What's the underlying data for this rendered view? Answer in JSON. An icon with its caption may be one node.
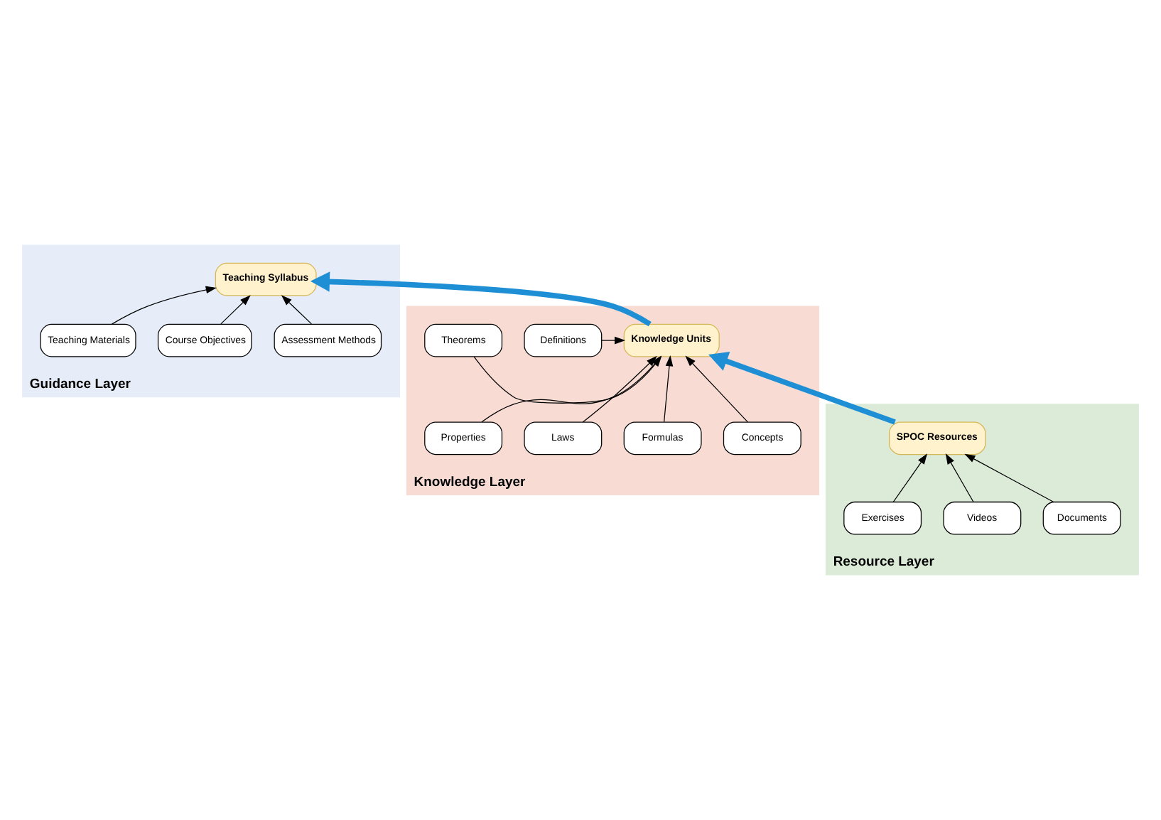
{
  "diagram": {
    "nodes": [
      {
        "text": [
          "Guidance Layer"
        ]
      },
      {
        "text": [
          "Assessment Methods"
        ],
        "in": 0
      },
      {
        "text": [
          "Course Objectives"
        ],
        "in": 0
      },
      {
        "text": [
          "Teaching Materials"
        ],
        "in": 0
      },
      {
        "text": [
          "Teaching Syllabus"
        ],
        "in": 0
      },
      {
        "text": [
          "Knowledge Layer"
        ]
      },
      {
        "text": [
          "Concepts"
        ],
        "in": 5
      },
      {
        "text": [
          "Formulas"
        ],
        "in": 5
      },
      {
        "text": [
          "Definitions"
        ],
        "in": 5
      },
      {
        "text": [
          "Knowledge Units"
        ],
        "in": 5
      },
      {
        "text": [
          "Theorems"
        ],
        "in": 5
      },
      {
        "text": [
          "Laws"
        ],
        "in": 5
      },
      {
        "text": [
          "Properties"
        ],
        "in": 5
      },
      {
        "text": [
          "Resource Layer"
        ]
      },
      {
        "text": [
          "SPOC Resources"
        ],
        "in": 13
      },
      {
        "text": [
          "Documents"
        ],
        "in": 13
      },
      {
        "text": [
          "Videos"
        ],
        "in": 13
      },
      {
        "text": [
          "Exercises"
        ],
        "in": 13
      }
    ],
    "edges": [
      {
        "from": 1,
        "to": 4,
        "arrow": "to"
      },
      {
        "from": 2,
        "to": 4,
        "arrow": "to"
      },
      {
        "from": 3,
        "to": 4,
        "arrow": "to"
      },
      {
        "from": 6,
        "to": 9,
        "arrow": "to"
      },
      {
        "from": 7,
        "to": 9,
        "arrow": "to"
      },
      {
        "from": 8,
        "to": 9,
        "arrow": "to"
      },
      {
        "from": 10,
        "to": 9,
        "arrow": "to"
      },
      {
        "from": 11,
        "to": 9,
        "arrow": "to"
      },
      {
        "from": 12,
        "to": 9,
        "arrow": "to"
      },
      {
        "from": 15,
        "to": 14,
        "arrow": "to"
      },
      {
        "from": 16,
        "to": 14,
        "arrow": "to"
      },
      {
        "from": 17,
        "to": 14,
        "arrow": "to"
      },
      {
        "from": 9,
        "to": 4,
        "arrow": "to",
        "style": "thick",
        "color": "#1e8fd5"
      },
      {
        "from": 14,
        "to": 9,
        "arrow": "to",
        "style": "thick",
        "color": "#1e8fd5"
      }
    ]
  }
}
